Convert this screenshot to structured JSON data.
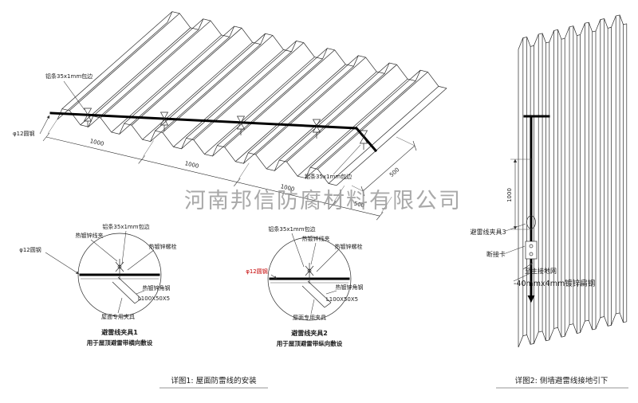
{
  "watermark": "河南邦信防腐材料有限公司",
  "roof": {
    "alu_edge_label": "铝条35x1mm包边",
    "round_steel_label": "φ12圆钢",
    "alu_edge_label2": "铝条35x1mm包边",
    "dims": [
      "1000",
      "1000",
      "1000",
      "500"
    ],
    "dim_right": "500"
  },
  "detail1": {
    "clip_label": "热镀锌线夹",
    "alu_label": "铝条35x1mm包边",
    "bolt_label": "热镀锌螺栓",
    "steel_label": "φ12圆钢",
    "angle_label": "热镀锌角钢",
    "angle_spec": "L100X50X5",
    "fixture_label": "屋面专用夹具",
    "title": "避雷线夹具1",
    "subtitle": "用于屋顶避雷带横向敷设"
  },
  "detail2": {
    "clip_label": "热镀锌线夹",
    "alu_label": "铝条35x1mm包边",
    "bolt_label": "热镀锌螺栓",
    "steel_label": "φ12圆钢",
    "angle_label": "热镀锌角钢",
    "angle_spec": "L100X50X5",
    "fixture_label": "屋面专用夹具",
    "title": "避雷线夹具2",
    "subtitle": "用于屋顶避雷带纵向敷设"
  },
  "wall": {
    "dim": "1000",
    "clamp_label": "避雷线夹具3",
    "disconnect_label": "断接卡",
    "ground_label": "至主接地网",
    "flat_steel_label": "-40mmx4mm镀锌扁钢"
  },
  "captions": {
    "fig1": "详图1: 屋面防雷线的安装",
    "fig2": "详图2: 侧墙避雷线接地引下"
  }
}
